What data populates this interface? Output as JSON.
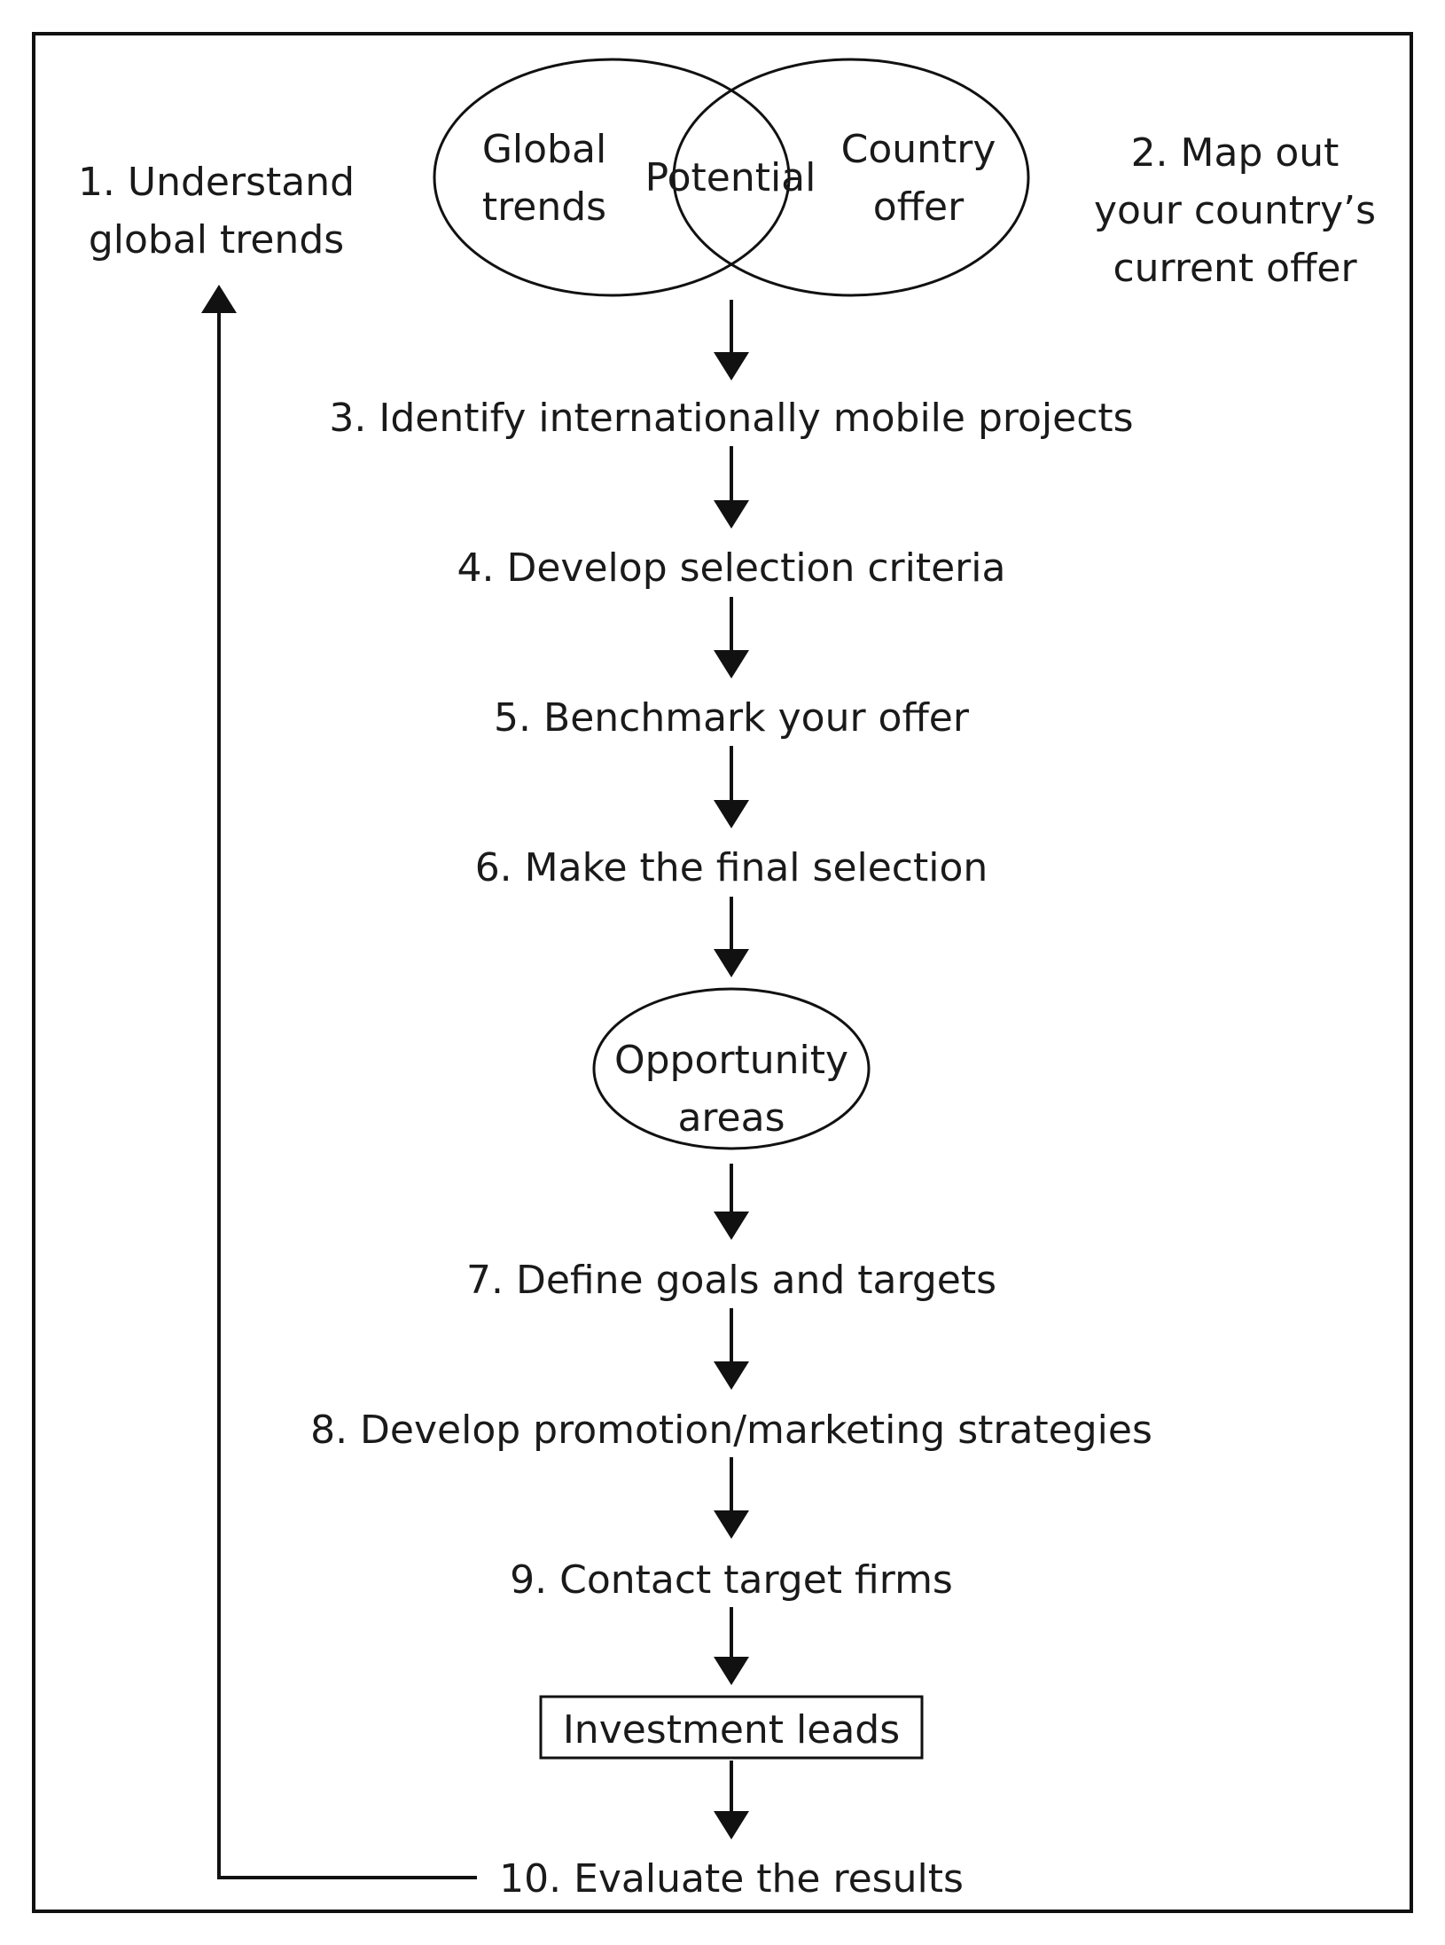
{
  "venn": {
    "left": {
      "line1": "Global",
      "line2": "trends"
    },
    "center": "Potential",
    "right": {
      "line1": "Country",
      "line2": "offer"
    }
  },
  "side": {
    "step1": {
      "line1": "1. Understand",
      "line2": "global trends"
    },
    "step2": {
      "line1": "2. Map out",
      "line2": "your country’s",
      "line3": "current offer"
    }
  },
  "steps": {
    "s3": "3. Identify internationally mobile projects",
    "s4": "4. Develop selection criteria",
    "s5": "5. Benchmark your offer",
    "s6": "6. Make the final selection",
    "opportunity": {
      "line1": "Opportunity",
      "line2": "areas"
    },
    "s7": "7. Define goals and targets",
    "s8": "8. Develop promotion/marketing strategies",
    "s9": "9. Contact target firms",
    "leads": "Investment leads",
    "s10": "10. Evaluate the results"
  }
}
